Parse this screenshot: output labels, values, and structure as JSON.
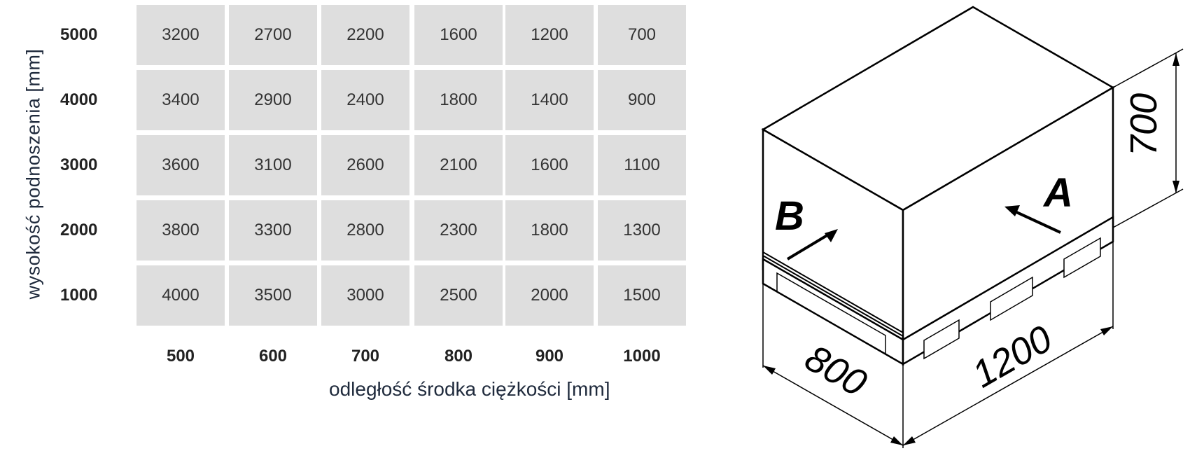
{
  "chart_data": {
    "type": "table",
    "ylabel": "wysokość podnoszenia [mm]",
    "xlabel": "odległość środka ciężkości [mm]",
    "row_headers": [
      "5000",
      "4000",
      "3000",
      "2000",
      "1000"
    ],
    "col_headers": [
      "500",
      "600",
      "700",
      "800",
      "900",
      "1000"
    ],
    "rows": [
      [
        "3200",
        "2700",
        "2200",
        "1600",
        "1200",
        "700"
      ],
      [
        "3400",
        "2900",
        "2400",
        "1800",
        "1400",
        "900"
      ],
      [
        "3600",
        "3100",
        "2600",
        "2100",
        "1600",
        "1100"
      ],
      [
        "3800",
        "3300",
        "2800",
        "2300",
        "1800",
        "1300"
      ],
      [
        "4000",
        "3500",
        "3000",
        "2500",
        "2000",
        "1500"
      ]
    ],
    "cell_color": "#dedede"
  },
  "diagram": {
    "dim_height": "700",
    "dim_width": "800",
    "dim_length": "1200",
    "label_a": "A",
    "label_b": "B"
  }
}
